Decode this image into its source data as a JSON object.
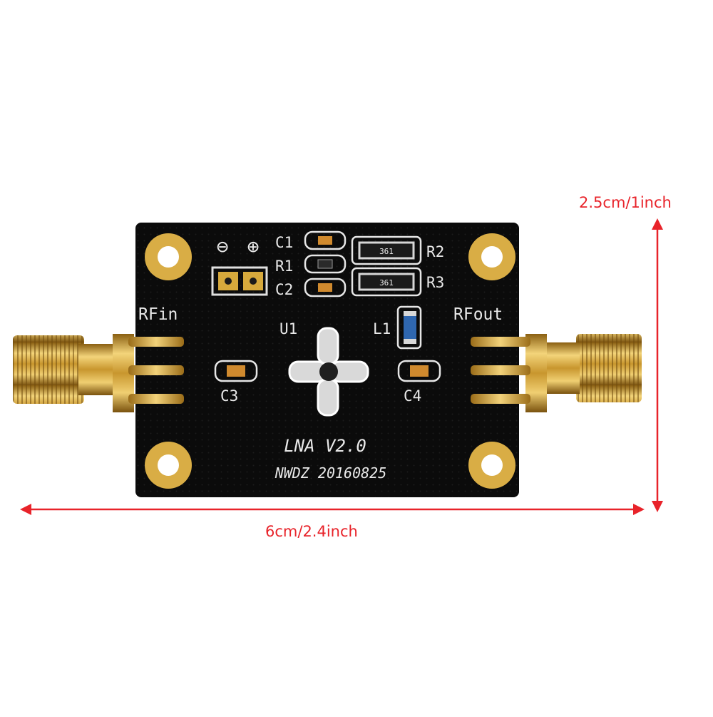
{
  "product": {
    "board_title": "LNA V2.0",
    "board_code": "NWDZ 20160825",
    "port_in": "RFin",
    "port_out": "RFout",
    "power_minus": "⊖",
    "power_plus": "⊕"
  },
  "components": {
    "c1": "C1",
    "r1": "R1",
    "c2": "C2",
    "r2": "R2",
    "r3": "R3",
    "u1": "U1",
    "l1": "L1",
    "c3": "C3",
    "c4": "C4",
    "resistor_code_r2": "361",
    "resistor_code_r3": "361"
  },
  "dimensions": {
    "height": "2.5cm/1inch",
    "width": "6cm/2.4inch"
  },
  "colors": {
    "pcb": "#0b0b0b",
    "gold": "#d6a93c",
    "dimension_line": "#e8232a"
  }
}
